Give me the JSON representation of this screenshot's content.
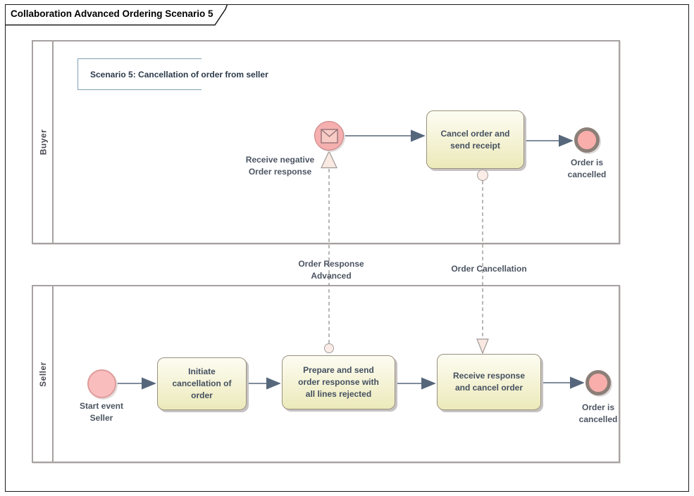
{
  "title_tab": {
    "label": "Collaboration Advanced Ordering Scenario 5"
  },
  "annotation": {
    "text": "Scenario 5: Cancellation of order from seller"
  },
  "pools": [
    {
      "label": "Buyer"
    },
    {
      "label": "Seller"
    }
  ],
  "buyer": {
    "receive_event": {
      "lines": [
        "Receive negative",
        "Order response"
      ],
      "icon": "message-envelope-icon"
    },
    "task_cancel_order": {
      "lines": [
        "Cancel order and",
        "send receipt"
      ]
    },
    "end_event": {
      "lines": [
        "Order is",
        "cancelled"
      ]
    }
  },
  "seller": {
    "start_event": {
      "lines": [
        "Start event",
        "Seller"
      ]
    },
    "task_initiate": {
      "lines": [
        "Initiate",
        "cancellation of",
        "order"
      ]
    },
    "task_prepare": {
      "lines": [
        "Prepare and send",
        "order response with",
        "all lines rejected"
      ]
    },
    "task_receive": {
      "lines": [
        "Receive response",
        "and cancel order"
      ]
    },
    "end_event": {
      "lines": [
        "Order is",
        "cancelled"
      ]
    }
  },
  "message_flows": [
    {
      "lines": [
        "Order Response",
        "Advanced"
      ]
    },
    {
      "lines": [
        "Order Cancellation"
      ]
    }
  ],
  "colors": {
    "task_fill_top": "#FDFCF2",
    "task_fill_bottom": "#ECEABA",
    "task_border": "#9A9180",
    "event_pink_fill": "#F5AFAF",
    "event_pink_border": "#C67E7E",
    "start_event_fill": "#F9BDBD",
    "end_event_fill": "#F9AEAB",
    "end_event_border": "#8C7F78",
    "sequence_flow": "#56677C",
    "message_flow": "#96928F",
    "pool_border": "#A7A1A1",
    "annotation_border": "#7FA0B5",
    "text_dark": "#445060"
  }
}
